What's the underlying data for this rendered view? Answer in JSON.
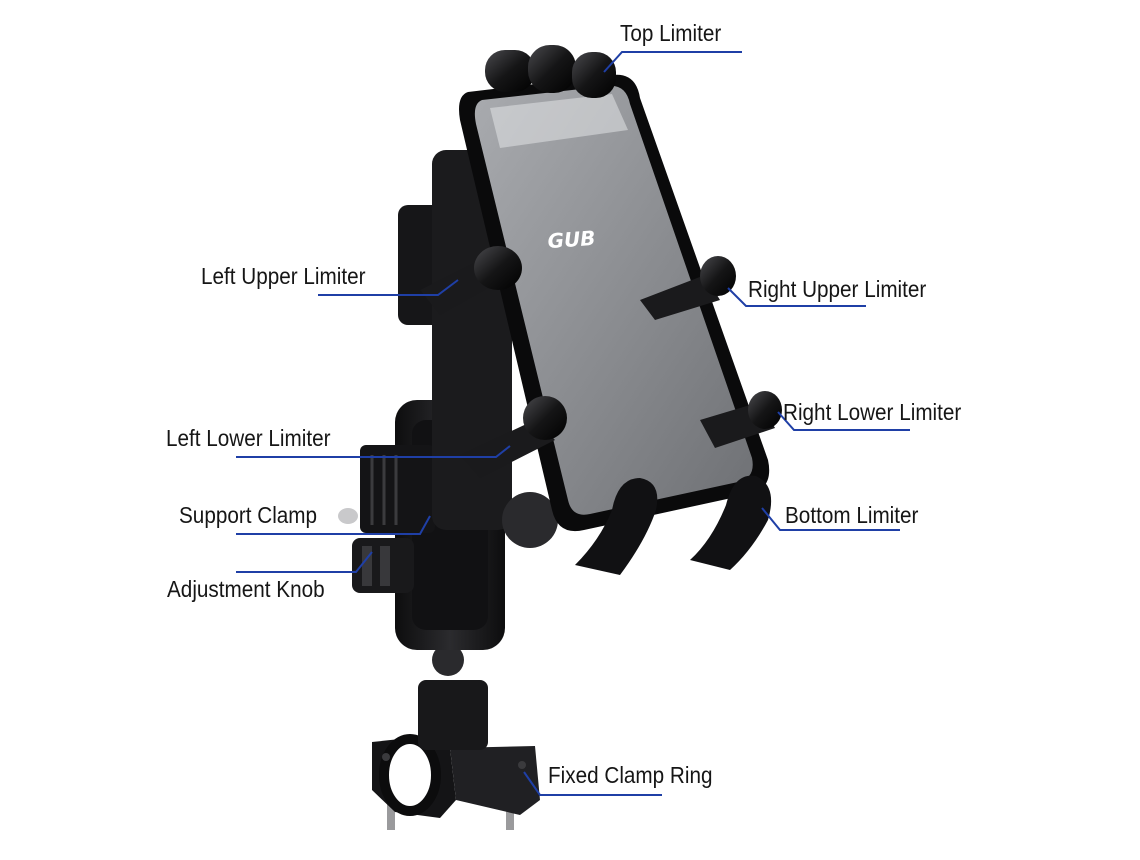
{
  "colors": {
    "leader_line": "#1f3fa6",
    "label_text": "#161616",
    "mount_body": "#1c1c1e",
    "screen": "#8e9094"
  },
  "phone": {
    "brand_logo": "GUB"
  },
  "labels": {
    "top_limiter": "Top Limiter",
    "left_upper_limiter": "Left Upper Limiter",
    "right_upper_limiter": "Right Upper Limiter",
    "left_lower_limiter": "Left Lower Limiter",
    "right_lower_limiter": "Right Lower Limiter",
    "support_clamp": "Support Clamp",
    "bottom_limiter": "Bottom Limiter",
    "adjustment_knob": "Adjustment Knob",
    "fixed_clamp_ring": "Fixed Clamp Ring"
  }
}
